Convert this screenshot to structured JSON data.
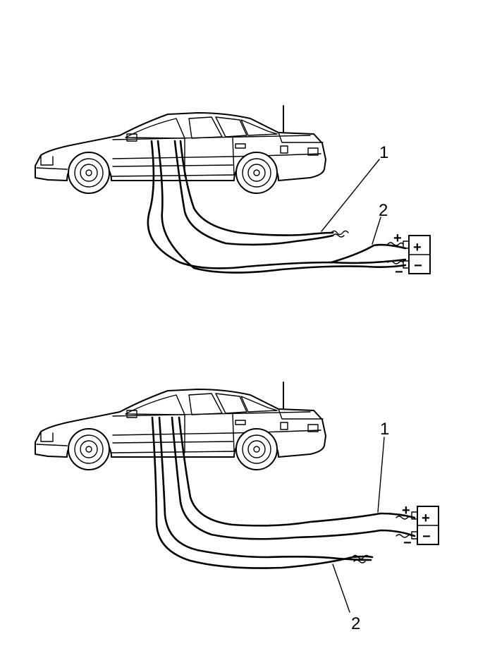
{
  "top_panel": {
    "callout_1": "1",
    "callout_2": "2",
    "battery_plus": "+",
    "battery_minus": "−",
    "lead_plus": "+",
    "lead_minus": "−"
  },
  "bottom_panel": {
    "callout_1": "1",
    "callout_2": "2",
    "battery_plus": "+",
    "battery_minus": "−",
    "lead_plus": "+",
    "lead_minus": "−"
  }
}
